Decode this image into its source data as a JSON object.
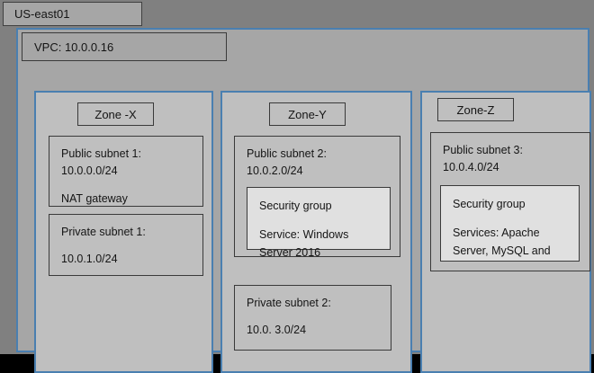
{
  "region": {
    "label": "US-east01"
  },
  "vpc": {
    "label": "VPC: 10.0.0.16"
  },
  "zones": [
    {
      "label": "Zone -X",
      "subnets": [
        {
          "name": "Public subnet 1:",
          "cidr": "10.0.0.0/24",
          "resource": "NAT gateway"
        },
        {
          "name": "Private subnet 1:",
          "cidr": "10.0.1.0/24"
        }
      ]
    },
    {
      "label": "Zone-Y",
      "subnets": [
        {
          "name": "Public subnet 2:",
          "cidr": "10.0.2.0/24",
          "security_group": {
            "title": "Security group",
            "services": "Service: Windows Server 2016"
          }
        },
        {
          "name": "Private subnet 2:",
          "cidr": "10.0. 3.0/24"
        }
      ]
    },
    {
      "label": "Zone-Z",
      "subnets": [
        {
          "name": "Public subnet 3:",
          "cidr": "10.0.4.0/24",
          "security_group": {
            "title": "Security group",
            "services": "Services: Apache Server, MySQL and"
          }
        }
      ]
    }
  ],
  "colors": {
    "region_bg": "#808080",
    "vpc_bg": "#a6a6a6",
    "zone_bg": "#bfbfbf",
    "secgroup_bg": "#e0e0e0",
    "zone_border": "#4a7fb0",
    "box_border": "#3a3a3a"
  }
}
